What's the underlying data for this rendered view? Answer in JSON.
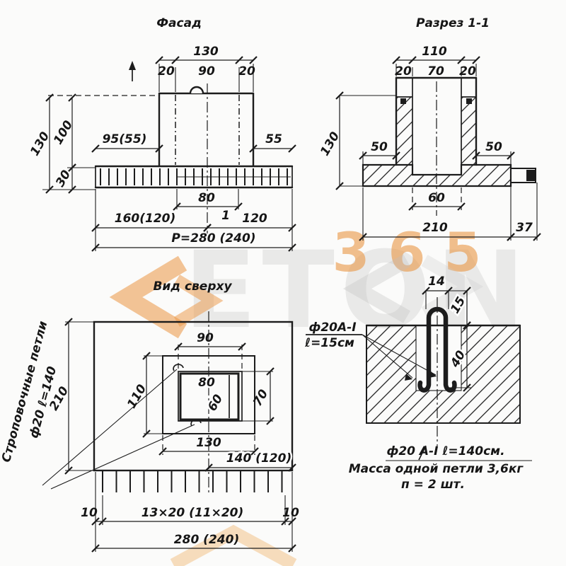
{
  "watermark": {
    "brand": "ETON",
    "number": "365"
  },
  "facade": {
    "title": "Фасад",
    "dim_top_total": "130",
    "dim_top_left": "20",
    "dim_top_mid": "90",
    "dim_top_right": "20",
    "dim_left_total": "130",
    "dim_left_upper": "100",
    "dim_left_lower": "30",
    "dim_ledge_left": "95(55)",
    "dim_ledge_right": "55",
    "dim_cavity": "80",
    "dim_bottom_left": "160(120)",
    "section_mark": "1",
    "dim_bottom_right": "120",
    "dim_total": "Р=280 (240)"
  },
  "section": {
    "title": "Разрез 1-1",
    "dim_top_total": "110",
    "dim_top_left": "20",
    "dim_top_mid": "70",
    "dim_top_right": "20",
    "dim_left_total": "130",
    "dim_ledge_left": "50",
    "dim_ledge_right": "50",
    "dim_cavity": "60",
    "dim_base": "210",
    "dim_key": "37"
  },
  "top_view": {
    "title": "Вид сверху",
    "loops_label_line1": "Строповочные петли",
    "loops_label_line2": "ф20 ℓ=140",
    "dim_height": "210",
    "dim_opening_w": "90",
    "dim_column_h": "110",
    "dim_cavity_w": "80",
    "dim_cavity_h": "60",
    "dim_opening_h": "70",
    "dim_column_w": "130",
    "dim_half_width": "140 (120)",
    "dim_margin_left": "10",
    "dim_spacing": "13×20 (11×20)",
    "dim_margin_right": "10",
    "dim_total": "280 (240)"
  },
  "detail": {
    "dim_width": "14",
    "dim_protrusion": "15",
    "dim_embed": "40",
    "callout_line1": "ф20А-I",
    "callout_line2": "ℓ=15см",
    "note_line1": "ф20 А-I ℓ=140см.",
    "note_line2": "Масса одной петли 3,6кг",
    "note_line3": "п = 2 шт."
  }
}
